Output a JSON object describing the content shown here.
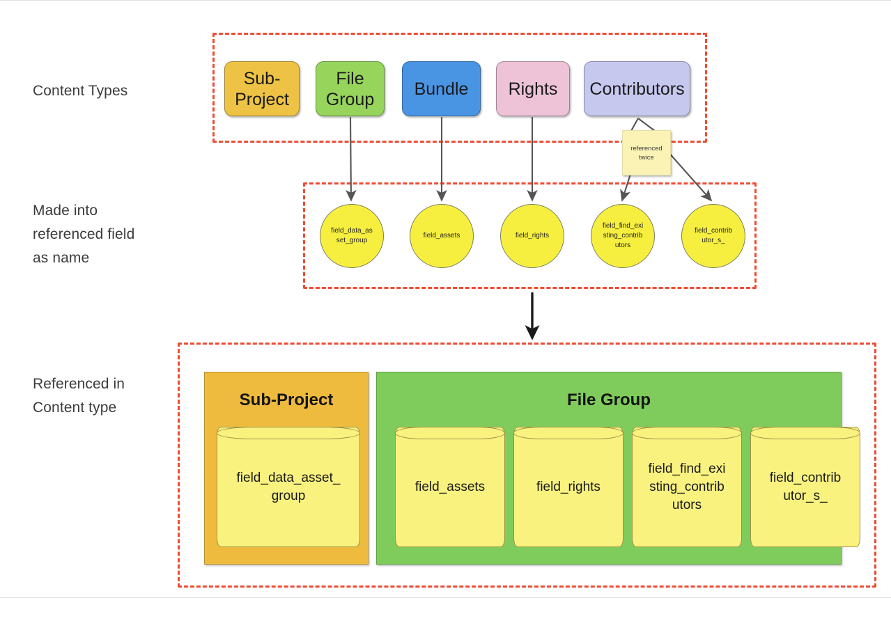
{
  "diagram": {
    "row_labels": {
      "content_types": "Content Types",
      "made_into": "Made into\nreferenced field\nas name",
      "referenced_in": "Referenced in\nContent type"
    },
    "colors": {
      "dashed_group_border": "#ef4b33",
      "sub_project": "#eec244",
      "file_group": "#96d45c",
      "bundle": "#4a95e3",
      "rights": "#eec3d7",
      "contributors": "#c6c8ee",
      "field_circle": "#f7ef3f",
      "cylinder": "#f9f27f",
      "panel_sub_project": "#eebb3e",
      "panel_file_group": "#7fcc5c",
      "sticky_note": "#fbf3b6",
      "connector": "#555555"
    },
    "content_types": [
      {
        "label": "Sub-\nProject"
      },
      {
        "label": "File\nGroup"
      },
      {
        "label": "Bundle"
      },
      {
        "label": "Rights"
      },
      {
        "label": "Contributors"
      }
    ],
    "sticky_note": {
      "text": "referenced\ntwice"
    },
    "referenced_fields": [
      {
        "label": "field_data_as\nset_group"
      },
      {
        "label": "field_assets"
      },
      {
        "label": "field_rights"
      },
      {
        "label": "field_find_exi\nsting_contrib\nutors"
      },
      {
        "label": "field_contrib\nutor_s_"
      }
    ],
    "referenced_in_content_type": {
      "panels": [
        {
          "title": "Sub-Project",
          "fields": [
            {
              "label": "field_data_asset_\ngroup"
            }
          ]
        },
        {
          "title": "File Group",
          "fields": [
            {
              "label": "field_assets"
            },
            {
              "label": "field_rights"
            },
            {
              "label": "field_find_exi\nsting_contrib\nutors"
            },
            {
              "label": "field_contrib\nutor_s_"
            }
          ]
        }
      ]
    }
  }
}
